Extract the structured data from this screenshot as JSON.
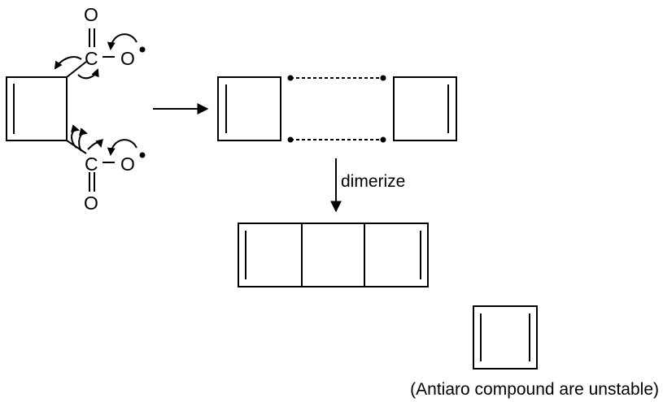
{
  "reaction": {
    "top_carboxyl": {
      "oxo": "O",
      "carbon": "C",
      "oxygen": "O"
    },
    "bottom_carboxyl": {
      "oxo": "O",
      "carbon": "C",
      "oxygen": "O"
    },
    "step_label": "dimerize"
  },
  "caption": "(Antiaro compound are unstable)",
  "colors": {
    "ink": "#000000",
    "background": "#ffffff"
  }
}
